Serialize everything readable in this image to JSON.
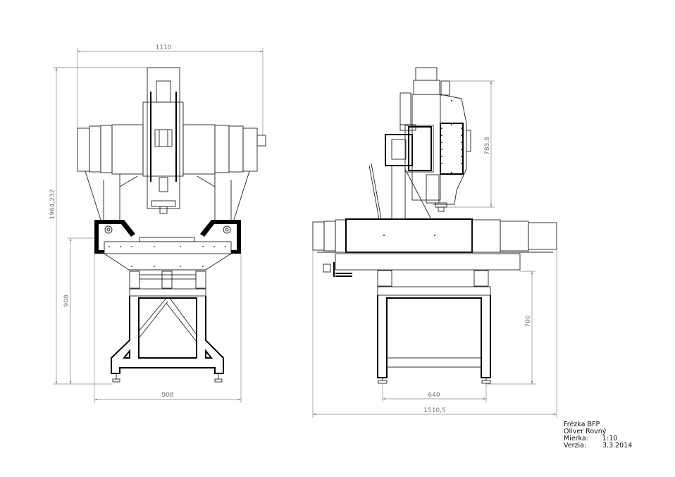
{
  "front_view": {
    "dims": {
      "width_overall": "1110",
      "height_overall": "1964,232",
      "height_table": "908",
      "width_base": "908"
    }
  },
  "side_view": {
    "dims": {
      "head_height": "783,8",
      "frame_height": "700",
      "leg_spacing": "640",
      "length_overall": "1510,5"
    }
  },
  "title_block": {
    "title": "Frézka BFP",
    "author": "Oliver Rovný",
    "scale_label": "Mierka:",
    "scale_value": "1:10",
    "version_label": "Verzia:",
    "version_value": "3.3.2014"
  }
}
